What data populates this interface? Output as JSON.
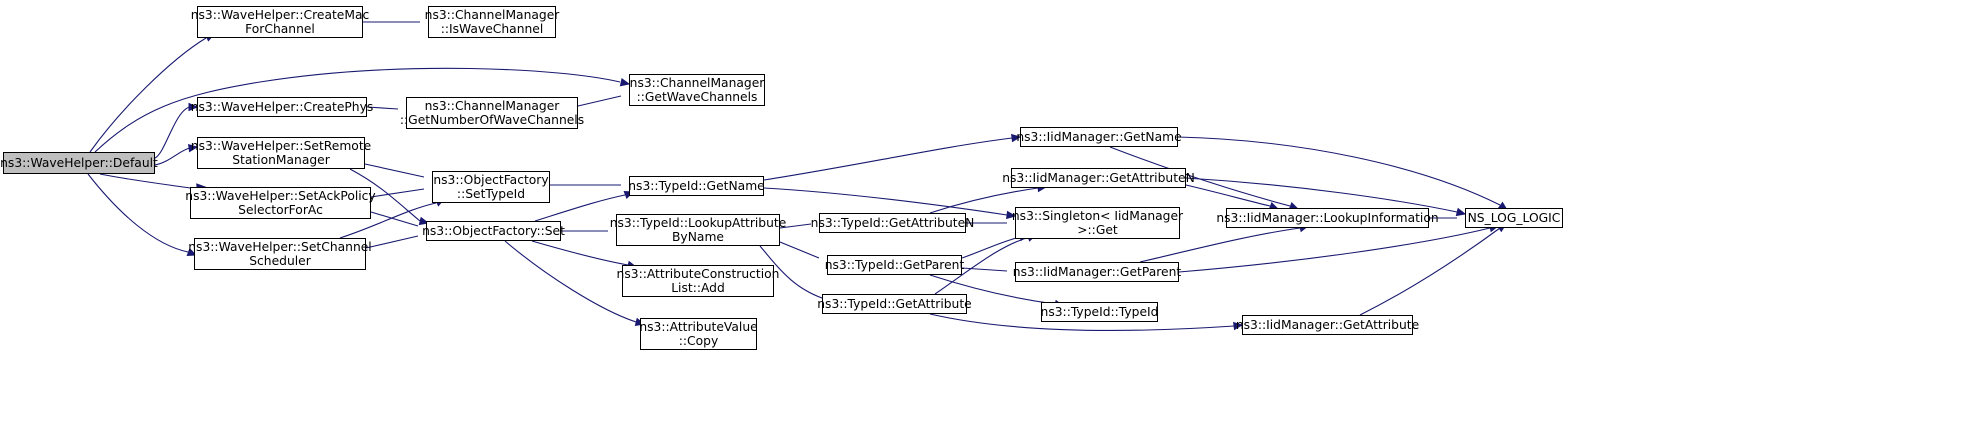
{
  "graph": {
    "nodes": {
      "default": [
        "ns3::WaveHelper::Default"
      ],
      "createMac": [
        "ns3::WaveHelper::CreateMac",
        "ForChannel"
      ],
      "isWave": [
        "ns3::ChannelManager",
        "::IsWaveChannel"
      ],
      "getWaveCh": [
        "ns3::ChannelManager",
        "::GetWaveChannels"
      ],
      "createPhys": [
        "ns3::WaveHelper::CreatePhys"
      ],
      "getNumWave": [
        "ns3::ChannelManager",
        "::GetNumberOfWaveChannels"
      ],
      "setRemote": [
        "ns3::WaveHelper::SetRemote",
        "StationManager"
      ],
      "setAck": [
        "ns3::WaveHelper::SetAckPolicy",
        "SelectorForAc"
      ],
      "setChannel": [
        "ns3::WaveHelper::SetChannel",
        "Scheduler"
      ],
      "setTypeId": [
        "ns3::ObjectFactory",
        "::SetTypeId"
      ],
      "ofSet": [
        "ns3::ObjectFactory::Set"
      ],
      "tidGetName": [
        "ns3::TypeId::GetName"
      ],
      "lookupAttr": [
        "ns3::TypeId::LookupAttribute",
        "ByName"
      ],
      "acListAdd": [
        "ns3::AttributeConstruction",
        "List::Add"
      ],
      "avCopy": [
        "ns3::AttributeValue",
        "::Copy"
      ],
      "tidGetAttrN": [
        "ns3::TypeId::GetAttributeN"
      ],
      "tidGetParent": [
        "ns3::TypeId::GetParent"
      ],
      "tidGetAttr": [
        "ns3::TypeId::GetAttribute"
      ],
      "iidGetName": [
        "ns3::IidManager::GetName"
      ],
      "iidGetAttrN": [
        "ns3::IidManager::GetAttributeN"
      ],
      "singleton": [
        "ns3::Singleton< IidManager",
        " >::Get"
      ],
      "iidGetParent": [
        "ns3::IidManager::GetParent"
      ],
      "tidTypeId": [
        "ns3::TypeId::TypeId"
      ],
      "iidGetAttr": [
        "ns3::IidManager::GetAttribute"
      ],
      "iidLookup": [
        "ns3::IidManager::LookupInformation"
      ],
      "nsLog": [
        "NS_LOG_LOGIC"
      ]
    }
  },
  "colors": {
    "edge": "#191970",
    "root_fill": "#bfbfbf",
    "node_fill": "#ffffff"
  }
}
